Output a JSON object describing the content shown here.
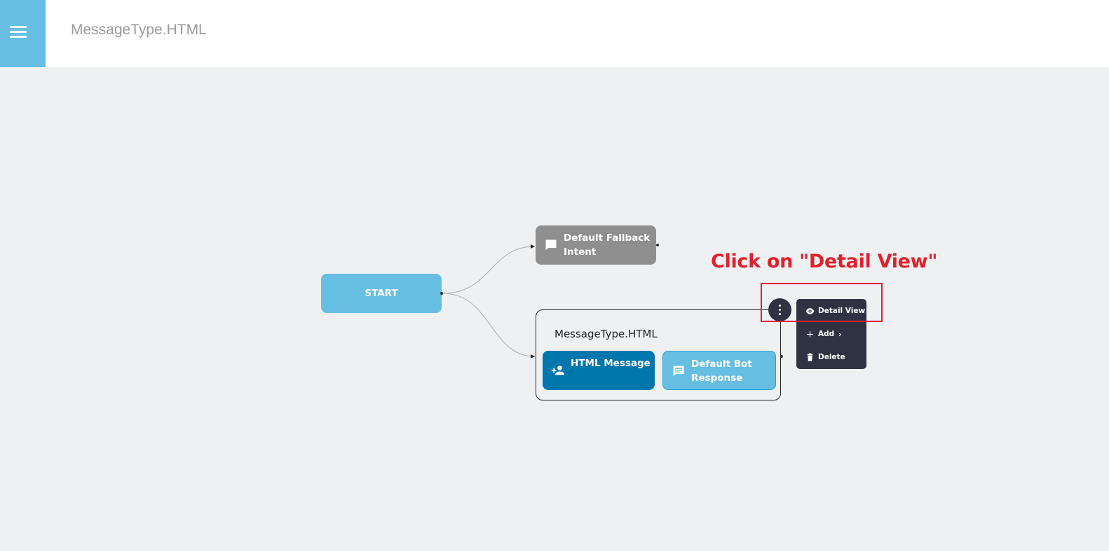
{
  "header": {
    "title": "MessageType.HTML",
    "menu_icon": "hamburger-menu-icon",
    "accent_color": "#66bee3"
  },
  "flow": {
    "start_node": {
      "label": "START",
      "color": "#66bee3"
    },
    "fallback_node": {
      "label": "Default Fallback Intent",
      "icon": "chat-bubble-icon",
      "color": "#8f8f8f"
    },
    "group": {
      "title": "MessageType.HTML",
      "html_node": {
        "label": "HTML Message",
        "icon": "person-add-icon",
        "color": "#0077ac"
      },
      "bot_node": {
        "label": "Default Bot Response",
        "icon": "message-lines-icon",
        "color": "#66bee3"
      }
    }
  },
  "context_menu": {
    "trigger_icon": "more-vertical-icon",
    "items": [
      {
        "label": "Detail View",
        "icon": "eye-icon"
      },
      {
        "label": "Add",
        "icon": "plus-icon",
        "has_submenu": true
      },
      {
        "label": "Delete",
        "icon": "trash-icon"
      }
    ]
  },
  "annotation": {
    "text": "Click on \"Detail View\"",
    "color": "#e3202a"
  }
}
